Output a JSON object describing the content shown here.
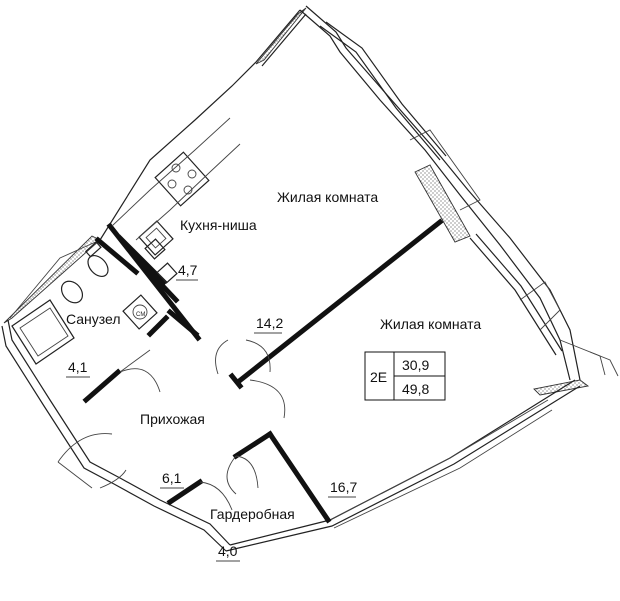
{
  "rooms": {
    "living_top": "Жилая комната",
    "living_right": "Жилая комната",
    "kitchen": "Кухня-ниша",
    "bathroom": "Санузел",
    "hall": "Прихожая",
    "wardrobe": "Гардеробная"
  },
  "areas": {
    "kitchen": "4,7",
    "living": "14,2",
    "bathroom": "4,1",
    "hall": "6,1",
    "living_right": "16,7",
    "balcony": "4,0"
  },
  "summary": {
    "type": "2Е",
    "living_area": "30,9",
    "total_area": "49,8"
  }
}
